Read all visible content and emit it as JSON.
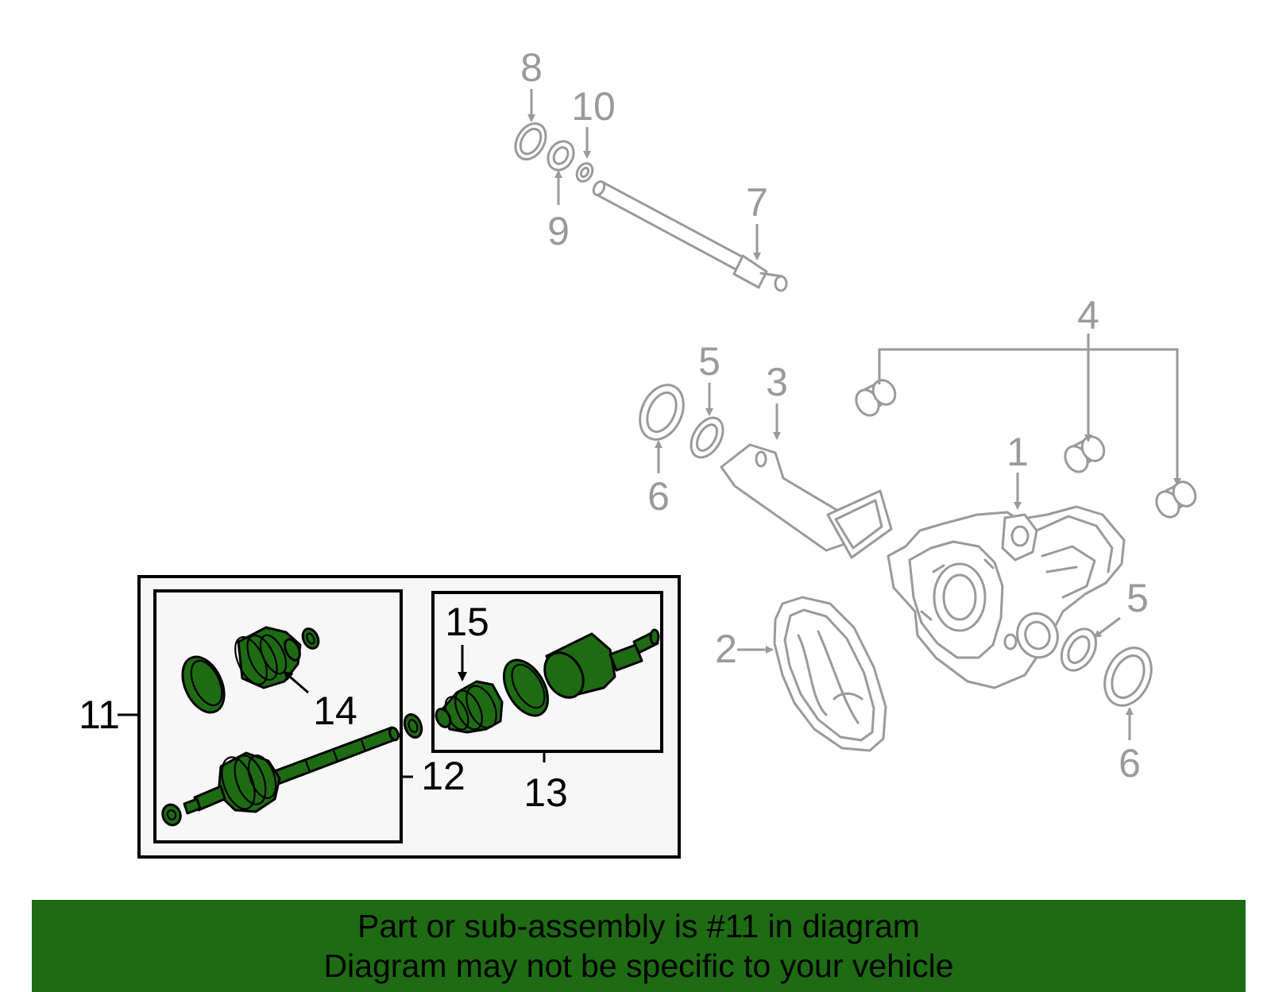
{
  "callouts": {
    "c1": "1",
    "c2": "2",
    "c3": "3",
    "c4": "4",
    "c5a": "5",
    "c5b": "5",
    "c6a": "6",
    "c6b": "6",
    "c7": "7",
    "c8": "8",
    "c9": "9",
    "c10": "10",
    "c11": "11",
    "c12": "12",
    "c13": "13",
    "c14": "14",
    "c15": "15"
  },
  "banner": {
    "line1": "Part or sub-assembly is #11 in diagram",
    "line2": "Diagram may not be specific to your vehicle"
  },
  "colors": {
    "highlight": "#1e6b14",
    "linework": "#9a9a9a",
    "panel": "#f7f7f7"
  }
}
